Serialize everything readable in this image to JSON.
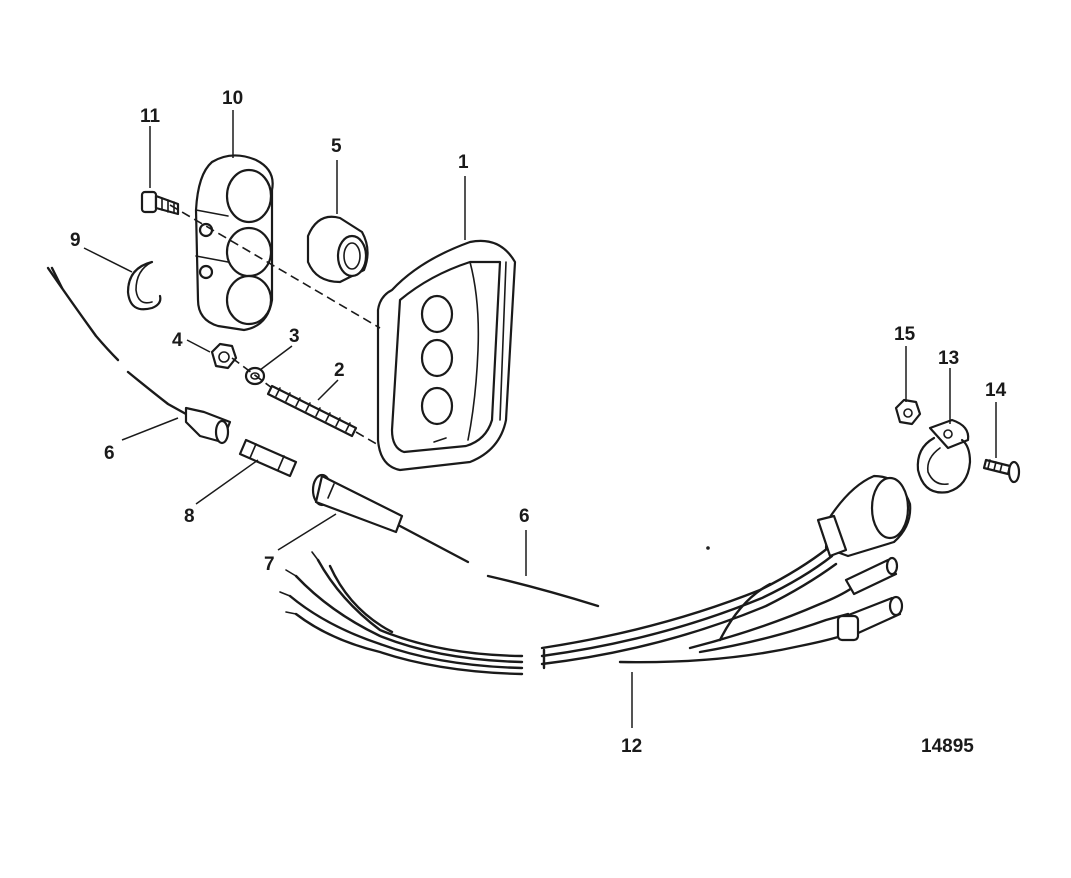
{
  "diagram": {
    "callouts": [
      {
        "id": "1",
        "text": "1"
      },
      {
        "id": "2",
        "text": "2"
      },
      {
        "id": "3",
        "text": "3"
      },
      {
        "id": "4",
        "text": "4"
      },
      {
        "id": "5",
        "text": "5"
      },
      {
        "id": "6a",
        "text": "6"
      },
      {
        "id": "6b",
        "text": "6"
      },
      {
        "id": "7",
        "text": "7"
      },
      {
        "id": "8",
        "text": "8"
      },
      {
        "id": "9",
        "text": "9"
      },
      {
        "id": "10",
        "text": "10"
      },
      {
        "id": "11",
        "text": "11"
      },
      {
        "id": "12",
        "text": "12"
      },
      {
        "id": "13",
        "text": "13"
      },
      {
        "id": "14",
        "text": "14"
      },
      {
        "id": "15",
        "text": "15"
      }
    ],
    "reference_number": "14895"
  }
}
